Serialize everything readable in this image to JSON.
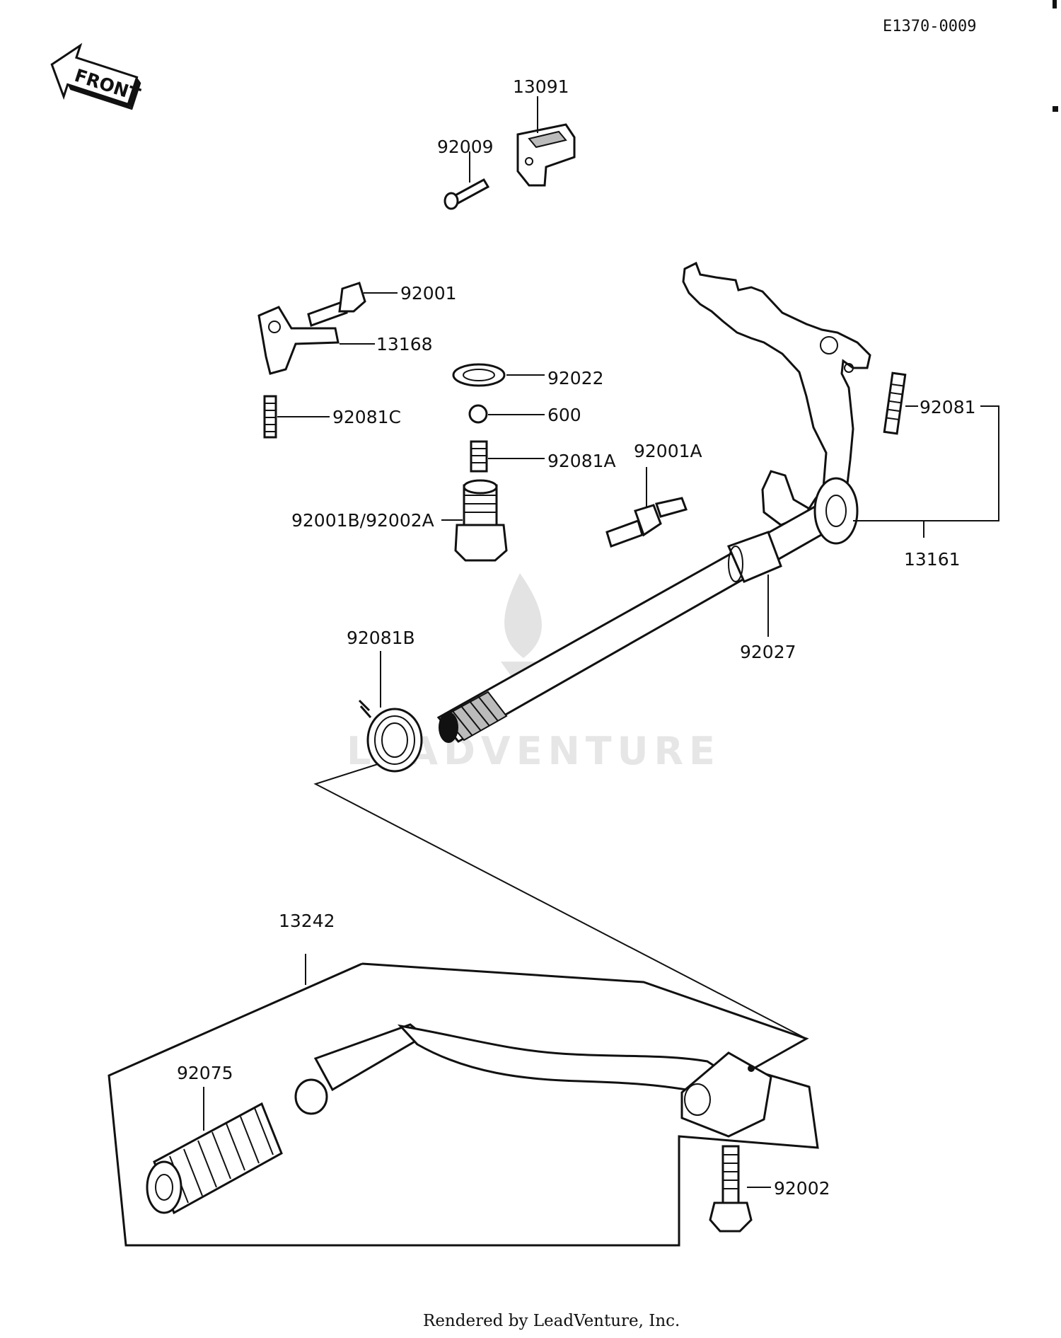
{
  "diagram_code": "E1370-0009",
  "front_label": "FRONT",
  "watermark": "LEADVENTURE",
  "footer": "Rendered by LeadVenture, Inc.",
  "callouts": {
    "p13091": "13091",
    "p92009": "92009",
    "p92001": "92001",
    "p13168": "13168",
    "p92022": "92022",
    "p600": "600",
    "p92081C": "92081C",
    "p92081A": "92081A",
    "p92001A": "92001A",
    "p92001B": "92001B/92002A",
    "p92081": "92081",
    "p13161": "13161",
    "p92027": "92027",
    "p92081B": "92081B",
    "p13242": "13242",
    "p92075": "92075",
    "p92002": "92002"
  }
}
